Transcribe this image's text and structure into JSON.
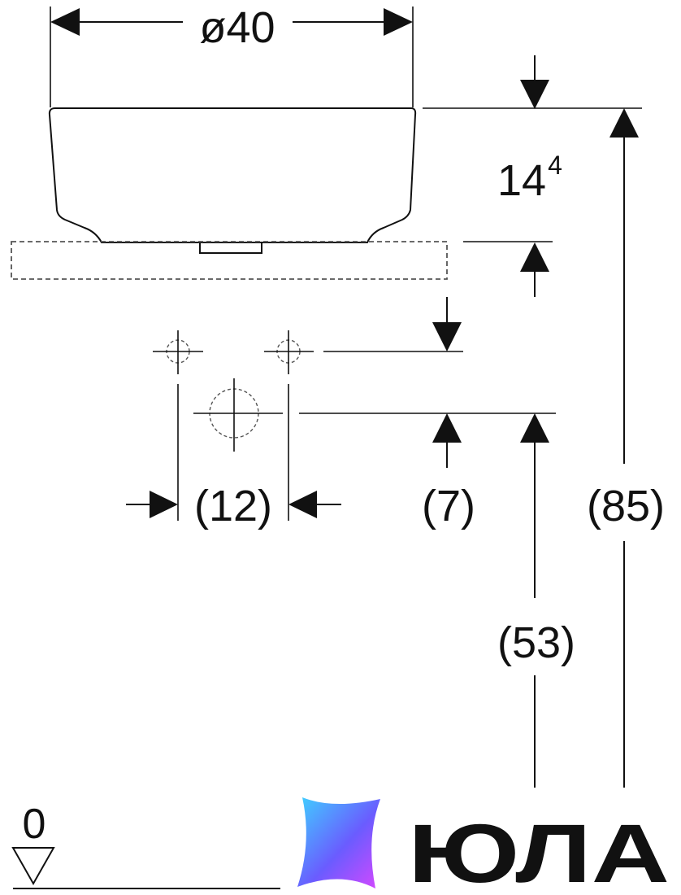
{
  "dimensions": {
    "diameter": {
      "symbol": "ø",
      "value": "40"
    },
    "bowl_height": {
      "value": "14",
      "superscript": "4"
    },
    "tap_spacing": "(12)",
    "drain_to_taps": "(7)",
    "drain_height": "(53)",
    "total_height": "(85)",
    "floor_level": "0"
  },
  "brand": {
    "wordmark": "ЮЛА",
    "logo_gradient": [
      "#3fd1ff",
      "#6a5cff",
      "#d648ff"
    ]
  },
  "colors": {
    "ink": "#111111",
    "hidden_line": "#555555"
  }
}
